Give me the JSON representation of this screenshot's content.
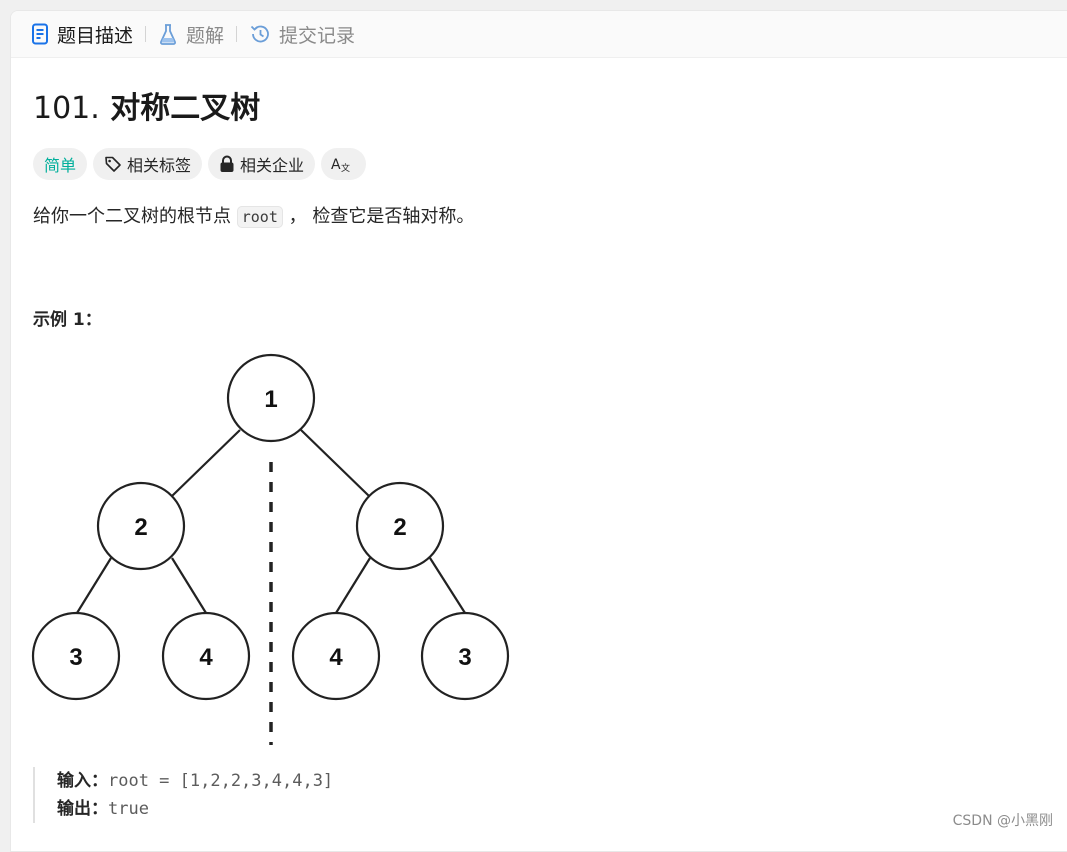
{
  "tabs": [
    {
      "label": "题目描述",
      "icon": "document-icon",
      "active": true
    },
    {
      "label": "题解",
      "icon": "flask-icon",
      "active": false
    },
    {
      "label": "提交记录",
      "icon": "history-icon",
      "active": false
    }
  ],
  "more_label": "··",
  "problem": {
    "number": "101.",
    "title": "对称二叉树"
  },
  "tags": [
    {
      "label": "简单",
      "icon": null
    },
    {
      "label": "相关标签",
      "icon": "tag-icon"
    },
    {
      "label": "相关企业",
      "icon": "lock-icon"
    },
    {
      "label": "",
      "icon": "translate-icon",
      "text": "A文"
    }
  ],
  "description": {
    "before": "给你一个二叉树的根节点",
    "code": "root",
    "after": "， 检查它是否轴对称。"
  },
  "example": {
    "title": "示例 1：",
    "tree_nodes": [
      "1",
      "2",
      "2",
      "3",
      "4",
      "4",
      "3"
    ],
    "input_label": "输入：",
    "input_value": "root = [1,2,2,3,4,4,3]",
    "output_label": "输出：",
    "output_value": "true"
  },
  "watermark": "CSDN @小黑刚",
  "colors": {
    "easy": "#00af9b",
    "accent": "#1a73e8"
  }
}
